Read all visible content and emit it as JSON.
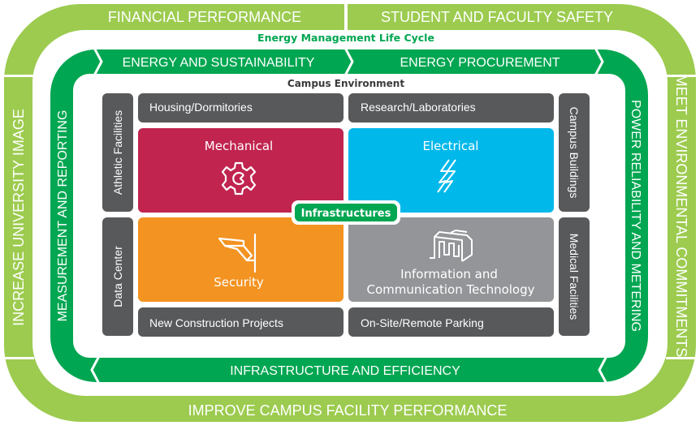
{
  "colors": {
    "outer_ring": "#9ccb4f",
    "middle_ring": "#00a651",
    "lifecycle_text": "#00a651",
    "campus_bg": "#ffffff",
    "campus_title": "#3a3a3a",
    "dark_tile": "#58595b",
    "mechanical": "#c0244f",
    "electrical": "#00b8ea",
    "security": "#f39321",
    "ict": "#939598",
    "hub": "#00a651"
  },
  "outer_ring": {
    "top_left": "FINANCIAL PERFORMANCE",
    "top_right": "STUDENT AND FACULTY SAFETY",
    "left": "INCREASE UNIVERSITY IMAGE",
    "right": "MEET ENVIRONMENTAL COMMITMENTS",
    "bottom": "IMPROVE CAMPUS FACILITY PERFORMANCE"
  },
  "lifecycle_title": "Energy Management Life Cycle",
  "middle_ring": {
    "top_left": "ENERGY AND SUSTAINABILITY",
    "top_right": "ENERGY PROCUREMENT",
    "left": "MEASUREMENT AND REPORTING",
    "right": "POWER RELIABILITY AND METERING",
    "bottom": "INFRASTRUCTURE AND EFFICIENCY"
  },
  "campus": {
    "title": "Campus Environment",
    "top_left": "Housing/Dormitories",
    "top_right": "Research/Laboratories",
    "bottom_left": "New Construction Projects",
    "bottom_right": "On-Site/Remote Parking",
    "left_top": "Athletic Facilities",
    "left_bottom": "Data Center",
    "right_top": "Campus Buildings",
    "right_bottom": "Medical Facilities"
  },
  "quadrants": {
    "mechanical": {
      "title": "Mechanical",
      "icon": "gear-icon"
    },
    "electrical": {
      "title": "Electrical",
      "icon": "lightning-icon"
    },
    "security": {
      "title": "Security",
      "icon": "security-camera-icon"
    },
    "ict": {
      "title_line1": "Information and",
      "title_line2": "Communication Technology",
      "icon": "server-icon"
    }
  },
  "hub": {
    "label": "Infrastructures"
  }
}
